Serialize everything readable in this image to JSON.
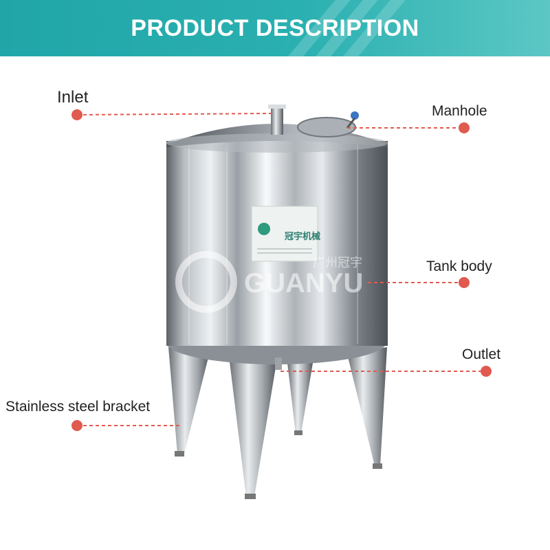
{
  "header": {
    "title": "PRODUCT DESCRIPTION"
  },
  "labels": {
    "inlet": "Inlet",
    "manhole": "Manhole",
    "tank_body": "Tank body",
    "outlet": "Outlet",
    "bracket": "Stainless steel bracket"
  },
  "nameplate": {
    "brand_cn": "冠宇机械"
  },
  "watermark": {
    "brand": "GUANYU",
    "brand_cn": "广州冠宇"
  },
  "colors": {
    "banner": "#2bb0b1",
    "callout": "#e05a4f",
    "label": "#222222"
  }
}
